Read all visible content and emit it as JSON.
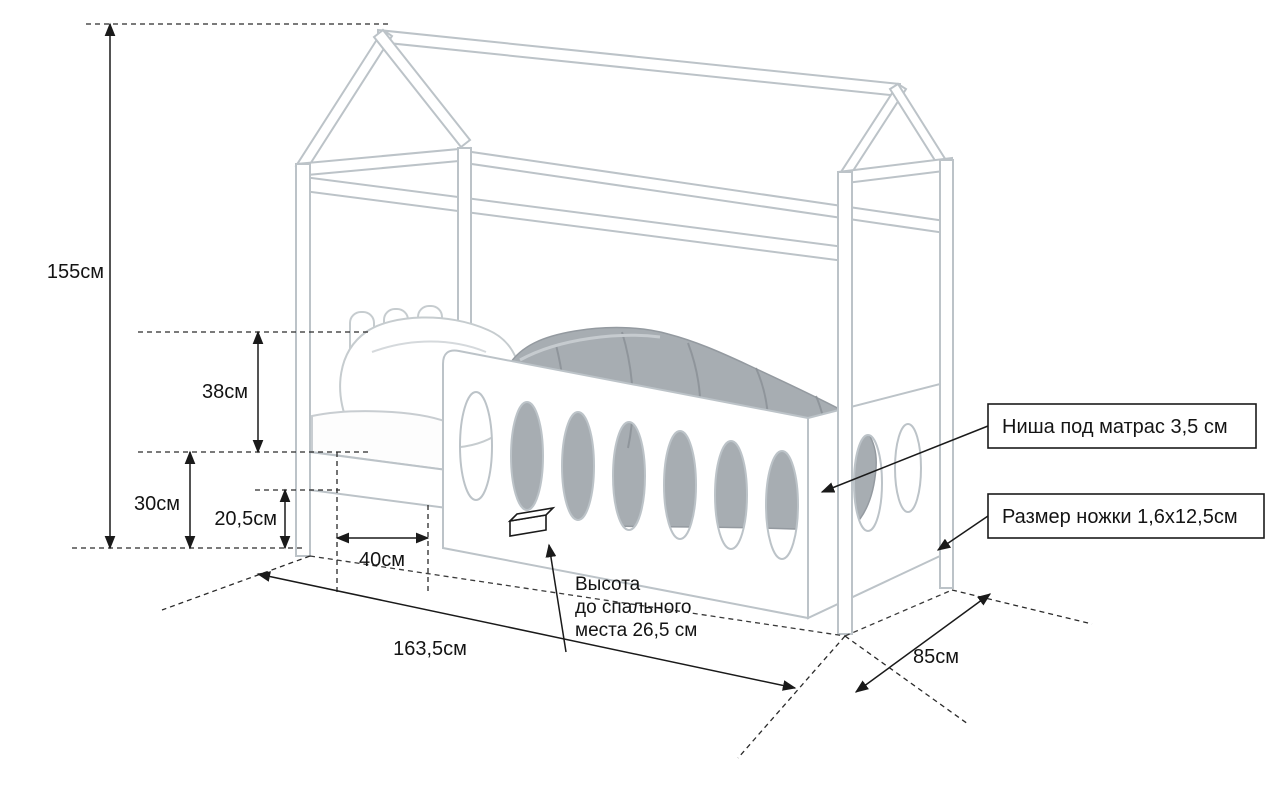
{
  "diagram": {
    "type": "furniture-dimension-drawing",
    "subject": "house-frame children's bed with rail fence",
    "labels": {
      "height_total": "155см",
      "rail_height": "38см",
      "base_height": "30см",
      "clearance": "20,5см",
      "opening_width": "40см",
      "length": "163,5см",
      "depth": "85см",
      "sleep_line1": "Высота",
      "sleep_line2": "до спального",
      "sleep_line3": "места 26,5 см",
      "niche_note": "Ниша под матрас 3,5 см",
      "leg_note": "Размер ножки 1,6х12,5см"
    },
    "colors": {
      "outline": "#bcc3c8",
      "dimension": "#1a1a1a",
      "blanket": "#a7adb2",
      "background": "#ffffff"
    }
  }
}
